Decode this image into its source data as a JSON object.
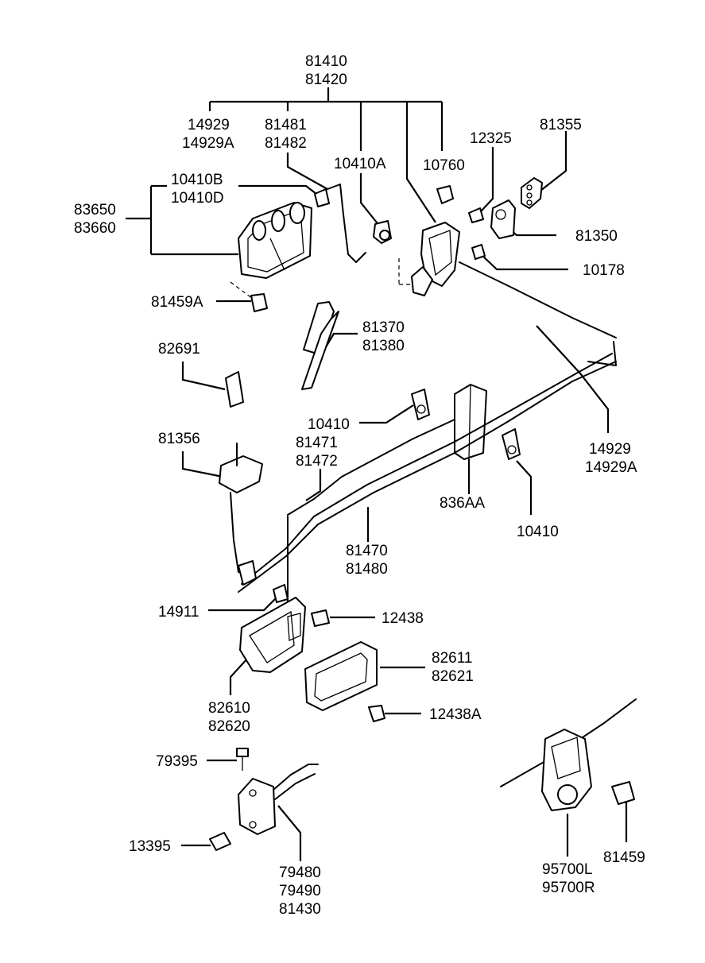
{
  "labels": {
    "l81410": "81410",
    "l81420": "81420",
    "l14929a": "14929",
    "l14929A_a": "14929A",
    "l81481": "81481",
    "l81482": "81482",
    "l10410A": "10410A",
    "l10760": "10760",
    "l12325": "12325",
    "l81355": "81355",
    "l10410B": "10410B",
    "l10410D": "10410D",
    "l83650": "83650",
    "l83660": "83660",
    "l81350": "81350",
    "l10178": "10178",
    "l81459A": "81459A",
    "l81370": "81370",
    "l81380": "81380",
    "l82691": "82691",
    "l10410_left": "10410",
    "l81356": "81356",
    "l81471": "81471",
    "l81472": "81472",
    "l14929b": "14929",
    "l14929A_b": "14929A",
    "l836AA": "836AA",
    "l10410_right": "10410",
    "l81470": "81470",
    "l81480": "81480",
    "l14911": "14911",
    "l12438": "12438",
    "l82611": "82611",
    "l82621": "82621",
    "l82610": "82610",
    "l82620": "82620",
    "l12438A": "12438A",
    "l79395": "79395",
    "l13395": "13395",
    "l79480": "79480",
    "l79490": "79490",
    "l81430": "81430",
    "l95700L": "95700L",
    "l95700R": "95700R",
    "l81459": "81459"
  }
}
